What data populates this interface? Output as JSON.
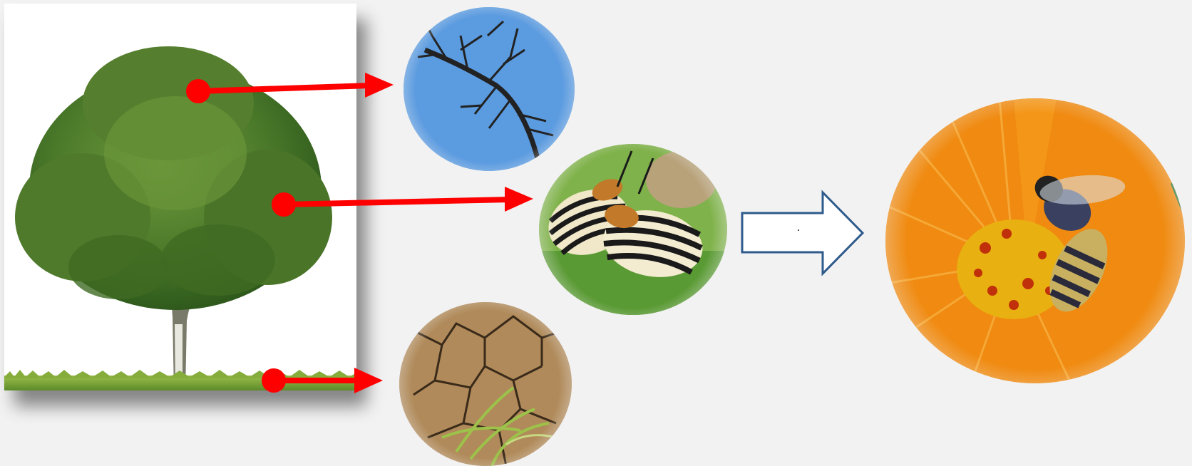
{
  "diagram": {
    "central_arrow_label": ".",
    "colors": {
      "pointer_arrow": "#ff0000",
      "block_arrow_outline": "#2e5b8c",
      "background": "#f2f2f2"
    },
    "images": [
      {
        "name": "tree",
        "icon": "tree-icon"
      },
      {
        "name": "dead-branch",
        "icon": "dead-branch-icon"
      },
      {
        "name": "striped-beetles",
        "icon": "beetle-icon"
      },
      {
        "name": "cracked-soil",
        "icon": "cracked-soil-icon"
      },
      {
        "name": "bee-on-orange-flower",
        "icon": "bee-flower-icon"
      }
    ]
  }
}
